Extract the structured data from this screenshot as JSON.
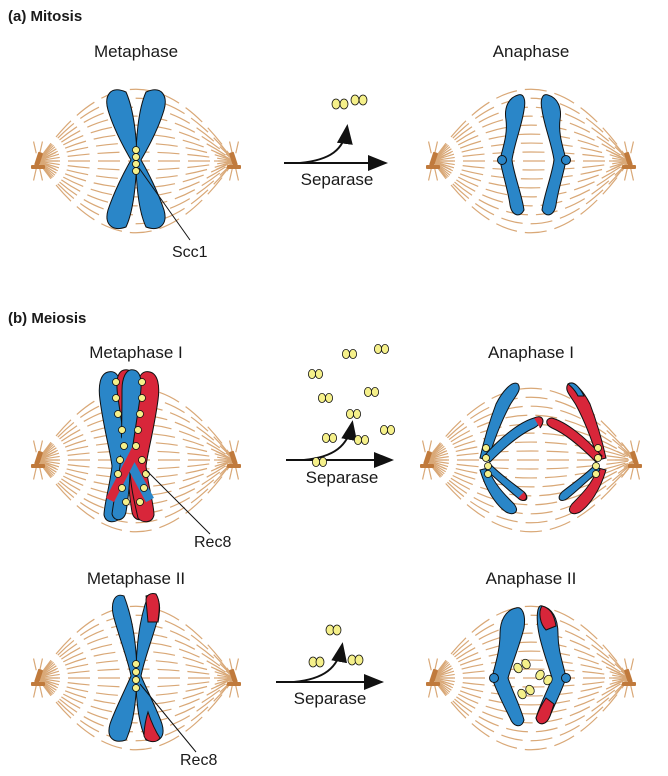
{
  "sections": {
    "a": "(a) Mitosis",
    "b": "(b) Meiosis"
  },
  "stages": {
    "mitosis_left": "Metaphase",
    "mitosis_right": "Anaphase",
    "meiosis1_left": "Metaphase I",
    "meiosis1_right": "Anaphase I",
    "meiosis2_left": "Metaphase II",
    "meiosis2_right": "Anaphase II"
  },
  "enzyme": "Separase",
  "labels": {
    "scc1": "Scc1",
    "rec8_1": "Rec8",
    "rec8_2": "Rec8"
  },
  "colors": {
    "spindle": "#d9a877",
    "centrosome": "#c07a3c",
    "blue": "#2a86c8",
    "red": "#d8263a",
    "cohesin": "#f5f08a"
  }
}
